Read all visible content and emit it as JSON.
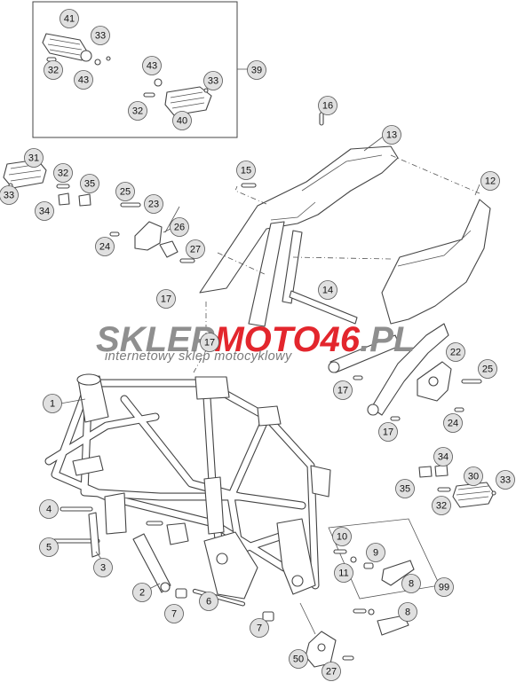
{
  "watermark": {
    "brand_a": "SKLEP",
    "brand_b": "MOTO",
    "brand_c": "46",
    "brand_d": ".PL",
    "tagline": "internetowy sklep motocyklowy",
    "colors": {
      "gray": "#8f8f8f",
      "red": "#e3262d",
      "tagline": "#7a7a7a"
    }
  },
  "callouts": [
    {
      "id": "c1",
      "label": "1"
    },
    {
      "id": "c2",
      "label": "2"
    },
    {
      "id": "c3",
      "label": "3"
    },
    {
      "id": "c4",
      "label": "4"
    },
    {
      "id": "c5",
      "label": "5"
    },
    {
      "id": "c6",
      "label": "6"
    },
    {
      "id": "c7a",
      "label": "7"
    },
    {
      "id": "c7b",
      "label": "7"
    },
    {
      "id": "c8a",
      "label": "8"
    },
    {
      "id": "c8b",
      "label": "8"
    },
    {
      "id": "c9",
      "label": "9"
    },
    {
      "id": "c10",
      "label": "10"
    },
    {
      "id": "c11",
      "label": "11"
    },
    {
      "id": "c12",
      "label": "12"
    },
    {
      "id": "c13",
      "label": "13"
    },
    {
      "id": "c14",
      "label": "14"
    },
    {
      "id": "c15",
      "label": "15"
    },
    {
      "id": "c16",
      "label": "16"
    },
    {
      "id": "c17a",
      "label": "17"
    },
    {
      "id": "c17b",
      "label": "17"
    },
    {
      "id": "c17c",
      "label": "17"
    },
    {
      "id": "c17d",
      "label": "17"
    },
    {
      "id": "c22",
      "label": "22"
    },
    {
      "id": "c23",
      "label": "23"
    },
    {
      "id": "c24a",
      "label": "24"
    },
    {
      "id": "c24b",
      "label": "24"
    },
    {
      "id": "c25a",
      "label": "25"
    },
    {
      "id": "c25b",
      "label": "25"
    },
    {
      "id": "c26",
      "label": "26"
    },
    {
      "id": "c27a",
      "label": "27"
    },
    {
      "id": "c27b",
      "label": "27"
    },
    {
      "id": "c30",
      "label": "30"
    },
    {
      "id": "c31",
      "label": "31"
    },
    {
      "id": "c32a",
      "label": "32"
    },
    {
      "id": "c32b",
      "label": "32"
    },
    {
      "id": "c32c",
      "label": "32"
    },
    {
      "id": "c32d",
      "label": "32"
    },
    {
      "id": "c33a",
      "label": "33"
    },
    {
      "id": "c33b",
      "label": "33"
    },
    {
      "id": "c33c",
      "label": "33"
    },
    {
      "id": "c33d",
      "label": "33"
    },
    {
      "id": "c34a",
      "label": "34"
    },
    {
      "id": "c34b",
      "label": "34"
    },
    {
      "id": "c35a",
      "label": "35"
    },
    {
      "id": "c35b",
      "label": "35"
    },
    {
      "id": "c39",
      "label": "39"
    },
    {
      "id": "c40",
      "label": "40"
    },
    {
      "id": "c41",
      "label": "41"
    },
    {
      "id": "c43a",
      "label": "43"
    },
    {
      "id": "c43b",
      "label": "43"
    },
    {
      "id": "c50",
      "label": "50"
    },
    {
      "id": "c99",
      "label": "99"
    }
  ]
}
